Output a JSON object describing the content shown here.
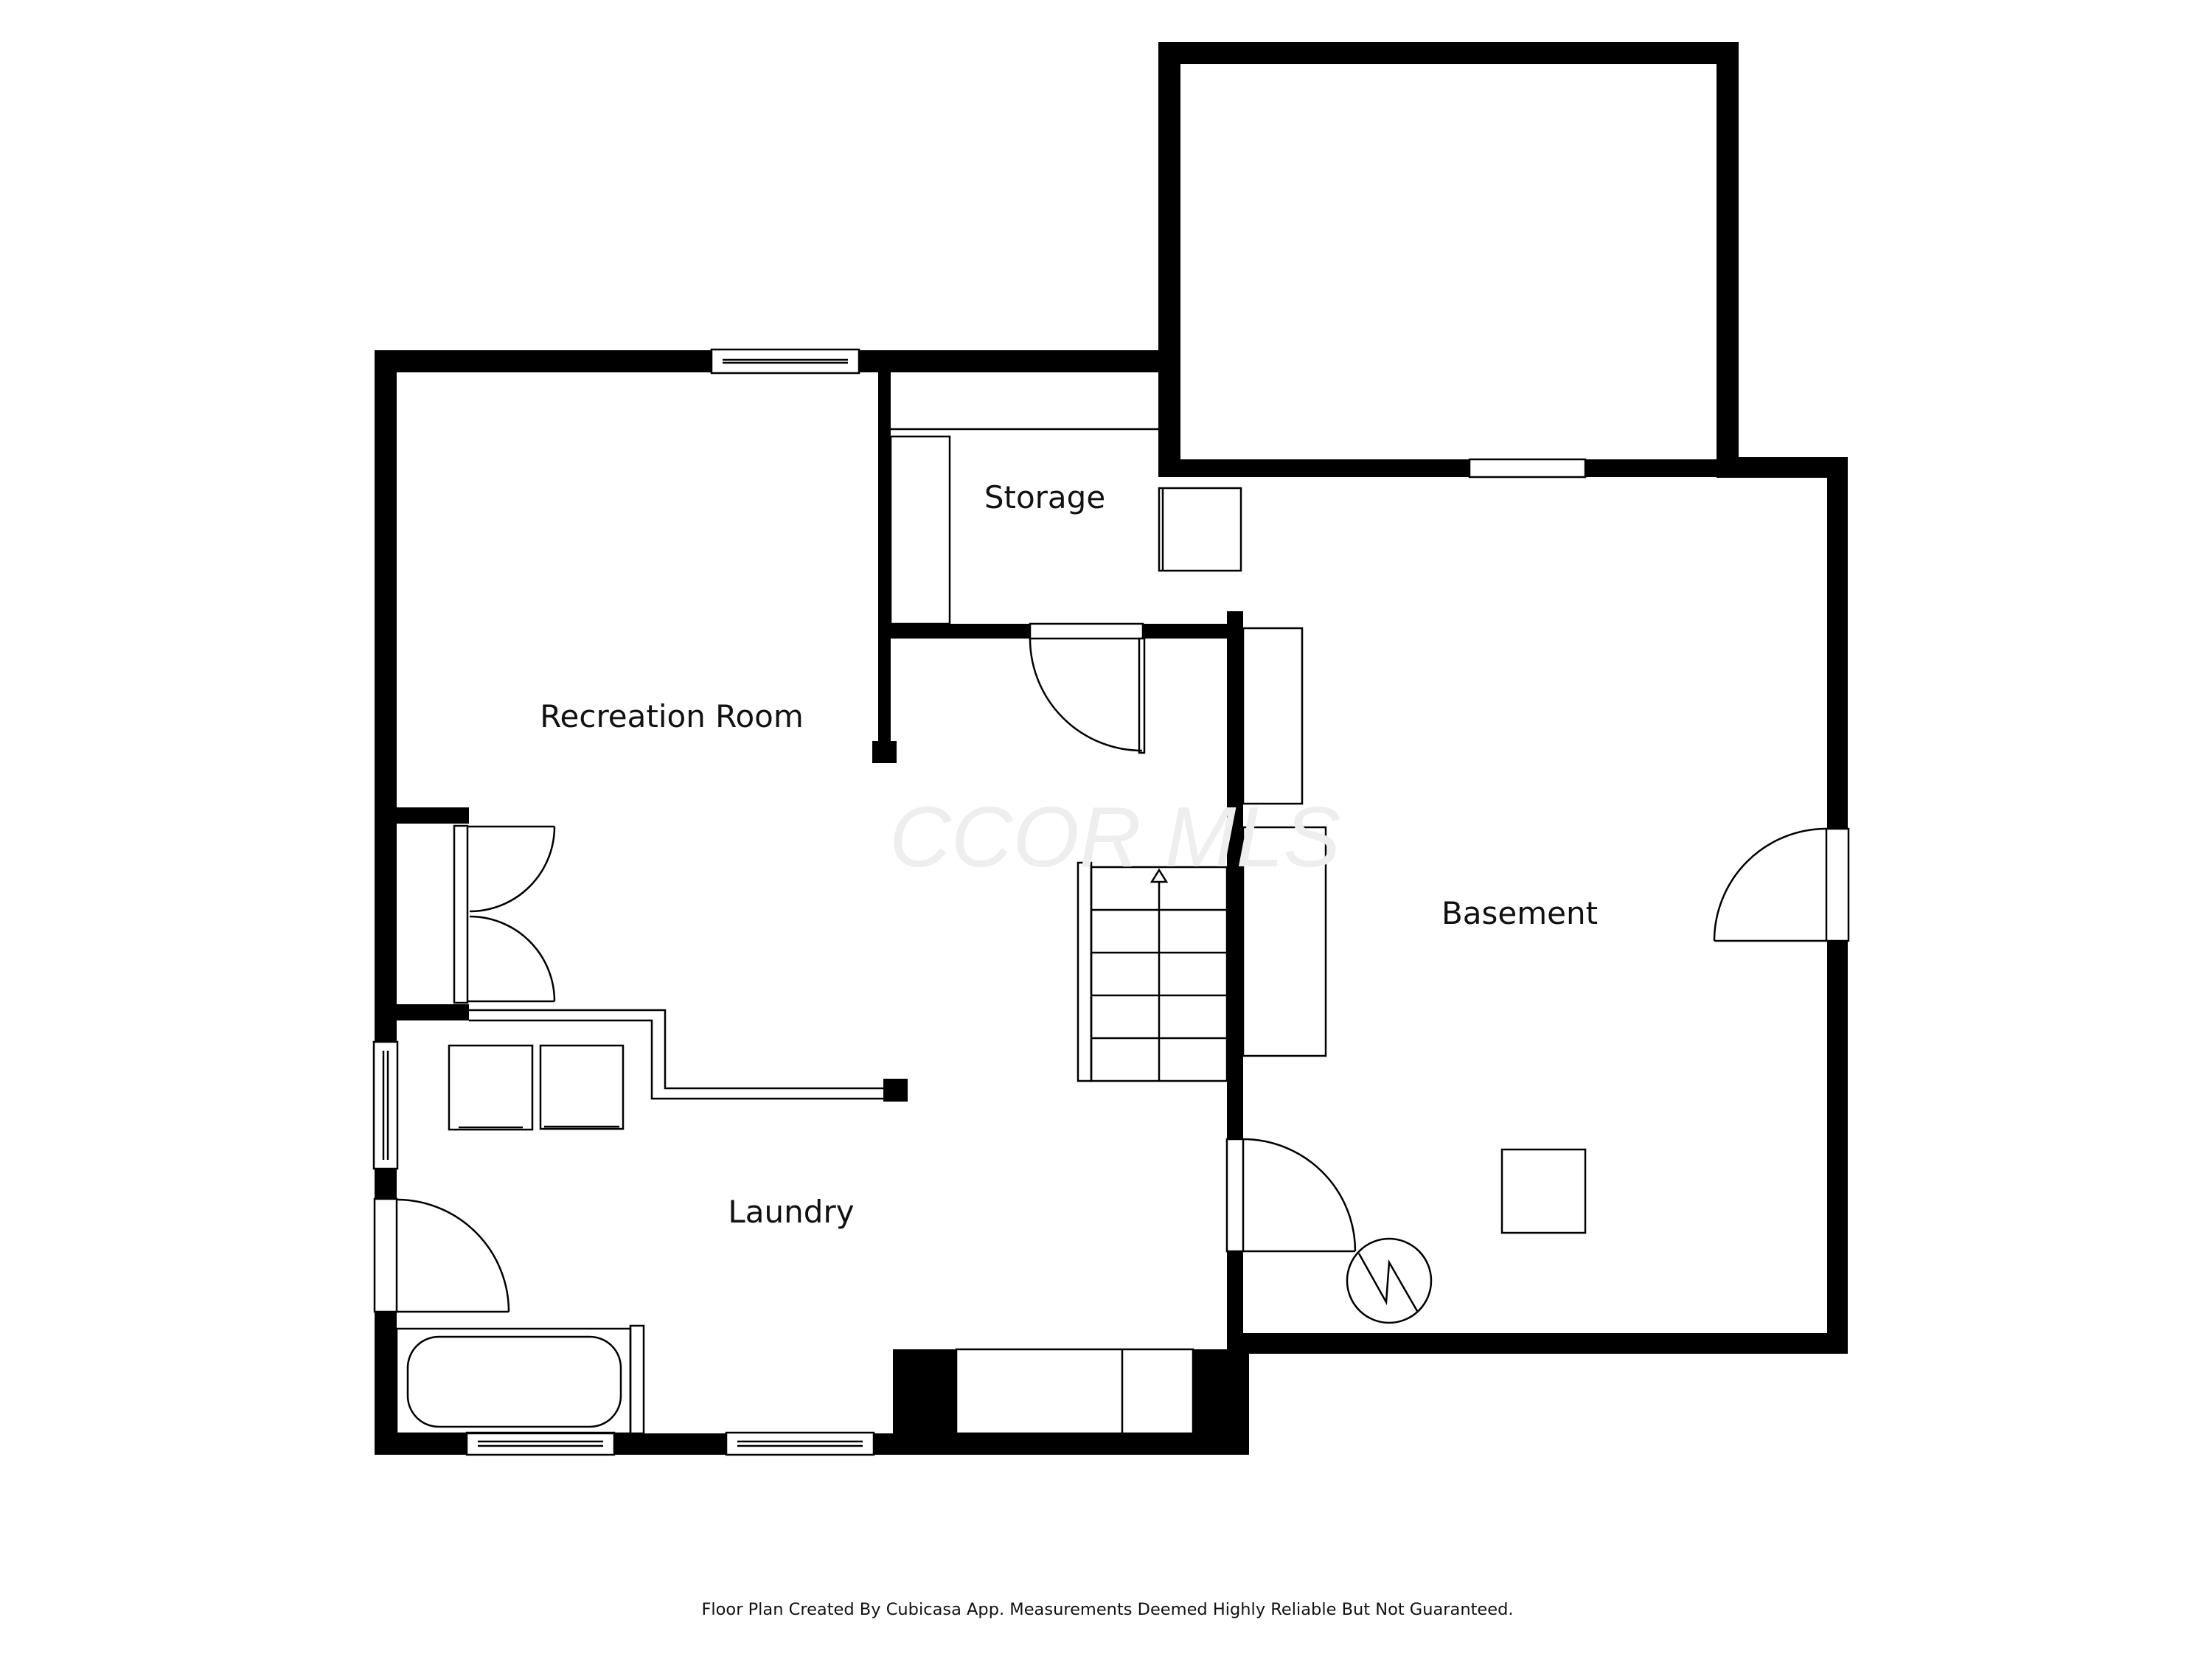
{
  "rooms": {
    "recreation_room": "Recreation Room",
    "storage": "Storage",
    "basement": "Basement",
    "laundry": "Laundry"
  },
  "watermark": "CCOR MLS",
  "footer": "Floor Plan Created By Cubicasa App. Measurements Deemed Highly Reliable But Not Guaranteed.",
  "colors": {
    "wall": "#000000",
    "background": "#ffffff",
    "watermark": "#eeeeee"
  }
}
